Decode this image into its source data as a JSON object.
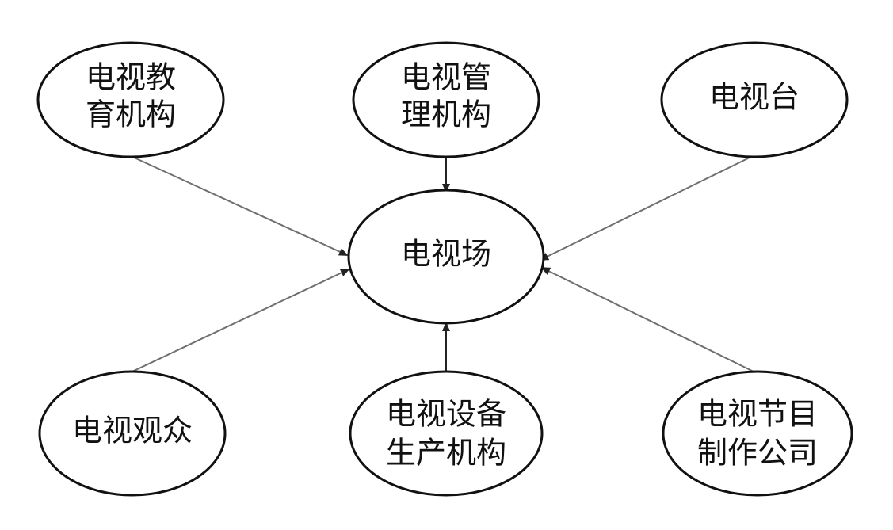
{
  "diagram": {
    "center": {
      "id": "tv-field",
      "lines": [
        "电视场"
      ]
    },
    "nodes": [
      {
        "id": "tv-education",
        "lines": [
          "电视教",
          "育机构"
        ]
      },
      {
        "id": "tv-management",
        "lines": [
          "电视管",
          "理机构"
        ]
      },
      {
        "id": "tv-station",
        "lines": [
          "电视台"
        ]
      },
      {
        "id": "tv-audience",
        "lines": [
          "电视观众"
        ]
      },
      {
        "id": "tv-equipment",
        "lines": [
          "电视设备",
          "生产机构"
        ]
      },
      {
        "id": "tv-program",
        "lines": [
          "电视节目",
          "制作公司"
        ]
      }
    ],
    "edges": [
      {
        "from": "tv-education",
        "to": "tv-field"
      },
      {
        "from": "tv-management",
        "to": "tv-field"
      },
      {
        "from": "tv-station",
        "to": "tv-field"
      },
      {
        "from": "tv-audience",
        "to": "tv-field"
      },
      {
        "from": "tv-equipment",
        "to": "tv-field"
      },
      {
        "from": "tv-program",
        "to": "tv-field"
      }
    ],
    "colors": {
      "outline": "#111111",
      "edge": "#6f6f6f",
      "background": "#ffffff"
    }
  }
}
